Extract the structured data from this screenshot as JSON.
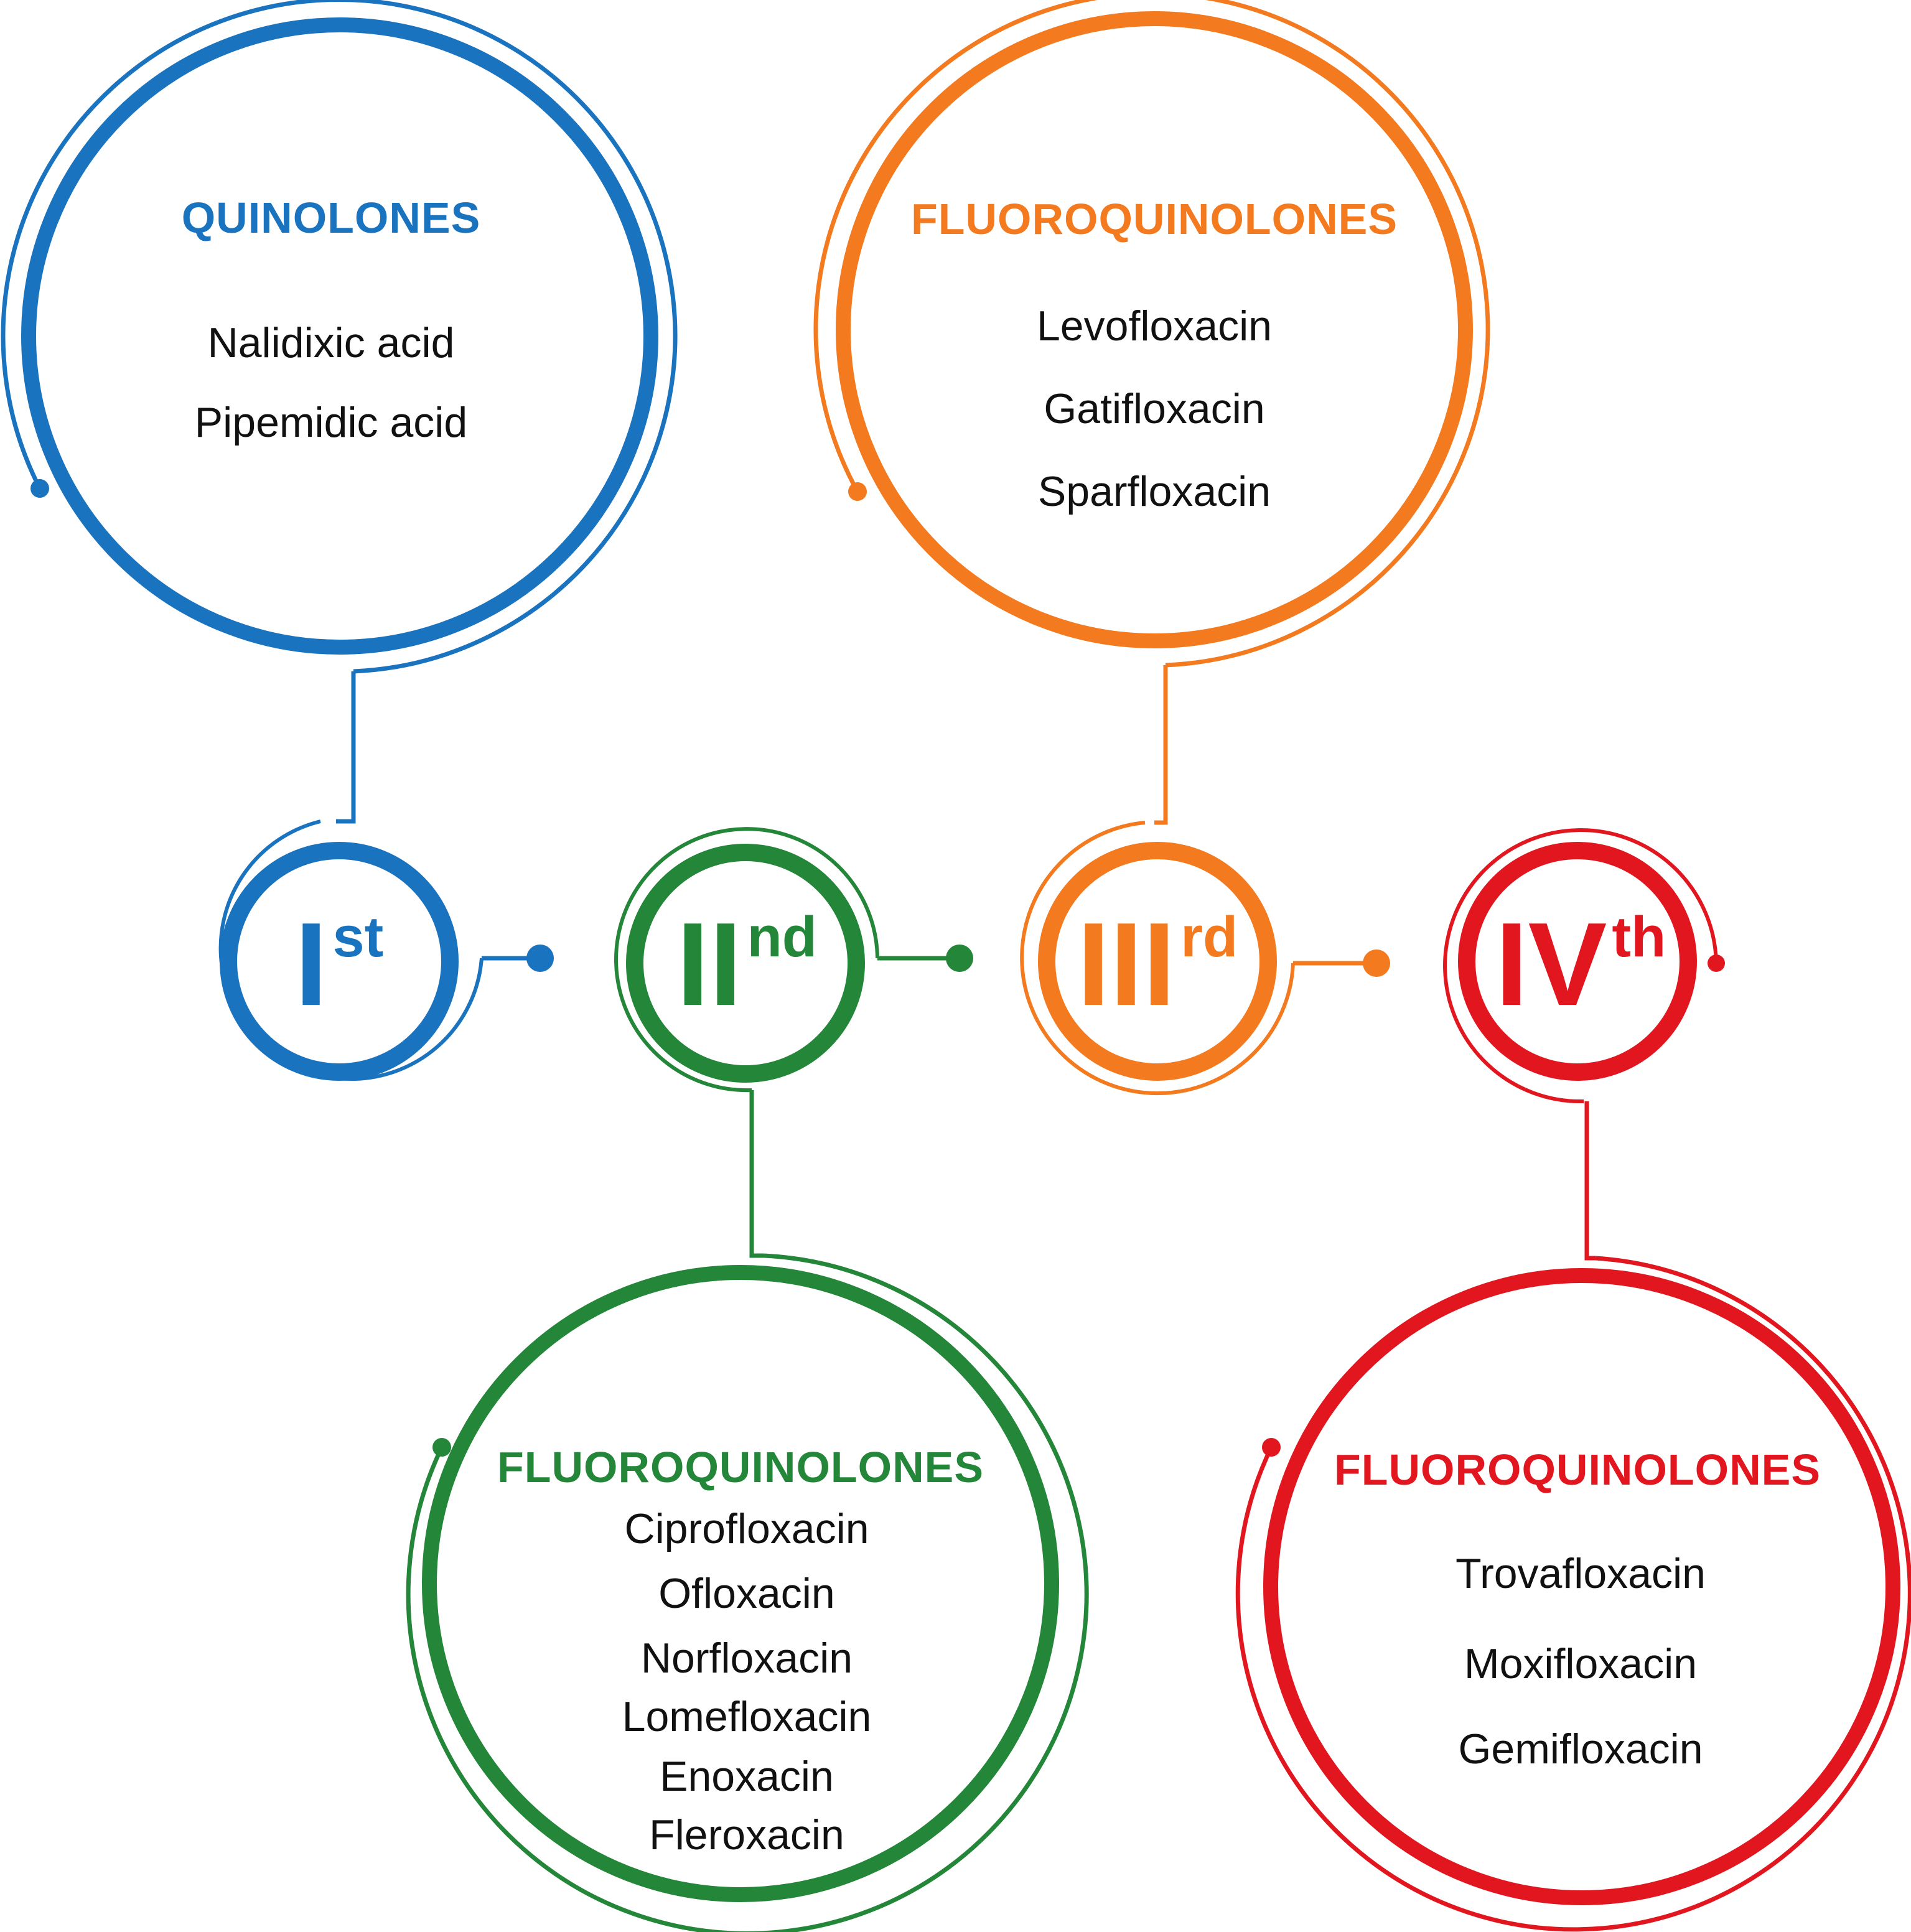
{
  "colors": {
    "gen1": "#1a73be",
    "gen2": "#238638",
    "gen3": "#f37a1f",
    "gen4": "#e2161f"
  },
  "generations": [
    {
      "numeral": "I",
      "suffix": "st"
    },
    {
      "numeral": "II",
      "suffix": "nd"
    },
    {
      "numeral": "III",
      "suffix": "rd"
    },
    {
      "numeral": "IV",
      "suffix": "th"
    }
  ],
  "groups": [
    {
      "title": "QUINOLONES",
      "drugs": [
        "Nalidixic acid",
        "Pipemidic acid"
      ]
    },
    {
      "title": "FLUOROQUINOLONES",
      "drugs": [
        "Ciprofloxacin",
        "Ofloxacin",
        "Norfloxacin",
        "Lomefloxacin",
        "Enoxacin",
        "Fleroxacin"
      ]
    },
    {
      "title": "FLUOROQUINOLONES",
      "drugs": [
        "Levofloxacin",
        "Gatifloxacin",
        "Sparfloxacin"
      ]
    },
    {
      "title": "FLUOROQUINOLONES",
      "drugs": [
        "Trovafloxacin",
        "Moxifloxacin",
        "Gemifloxacin"
      ]
    }
  ]
}
